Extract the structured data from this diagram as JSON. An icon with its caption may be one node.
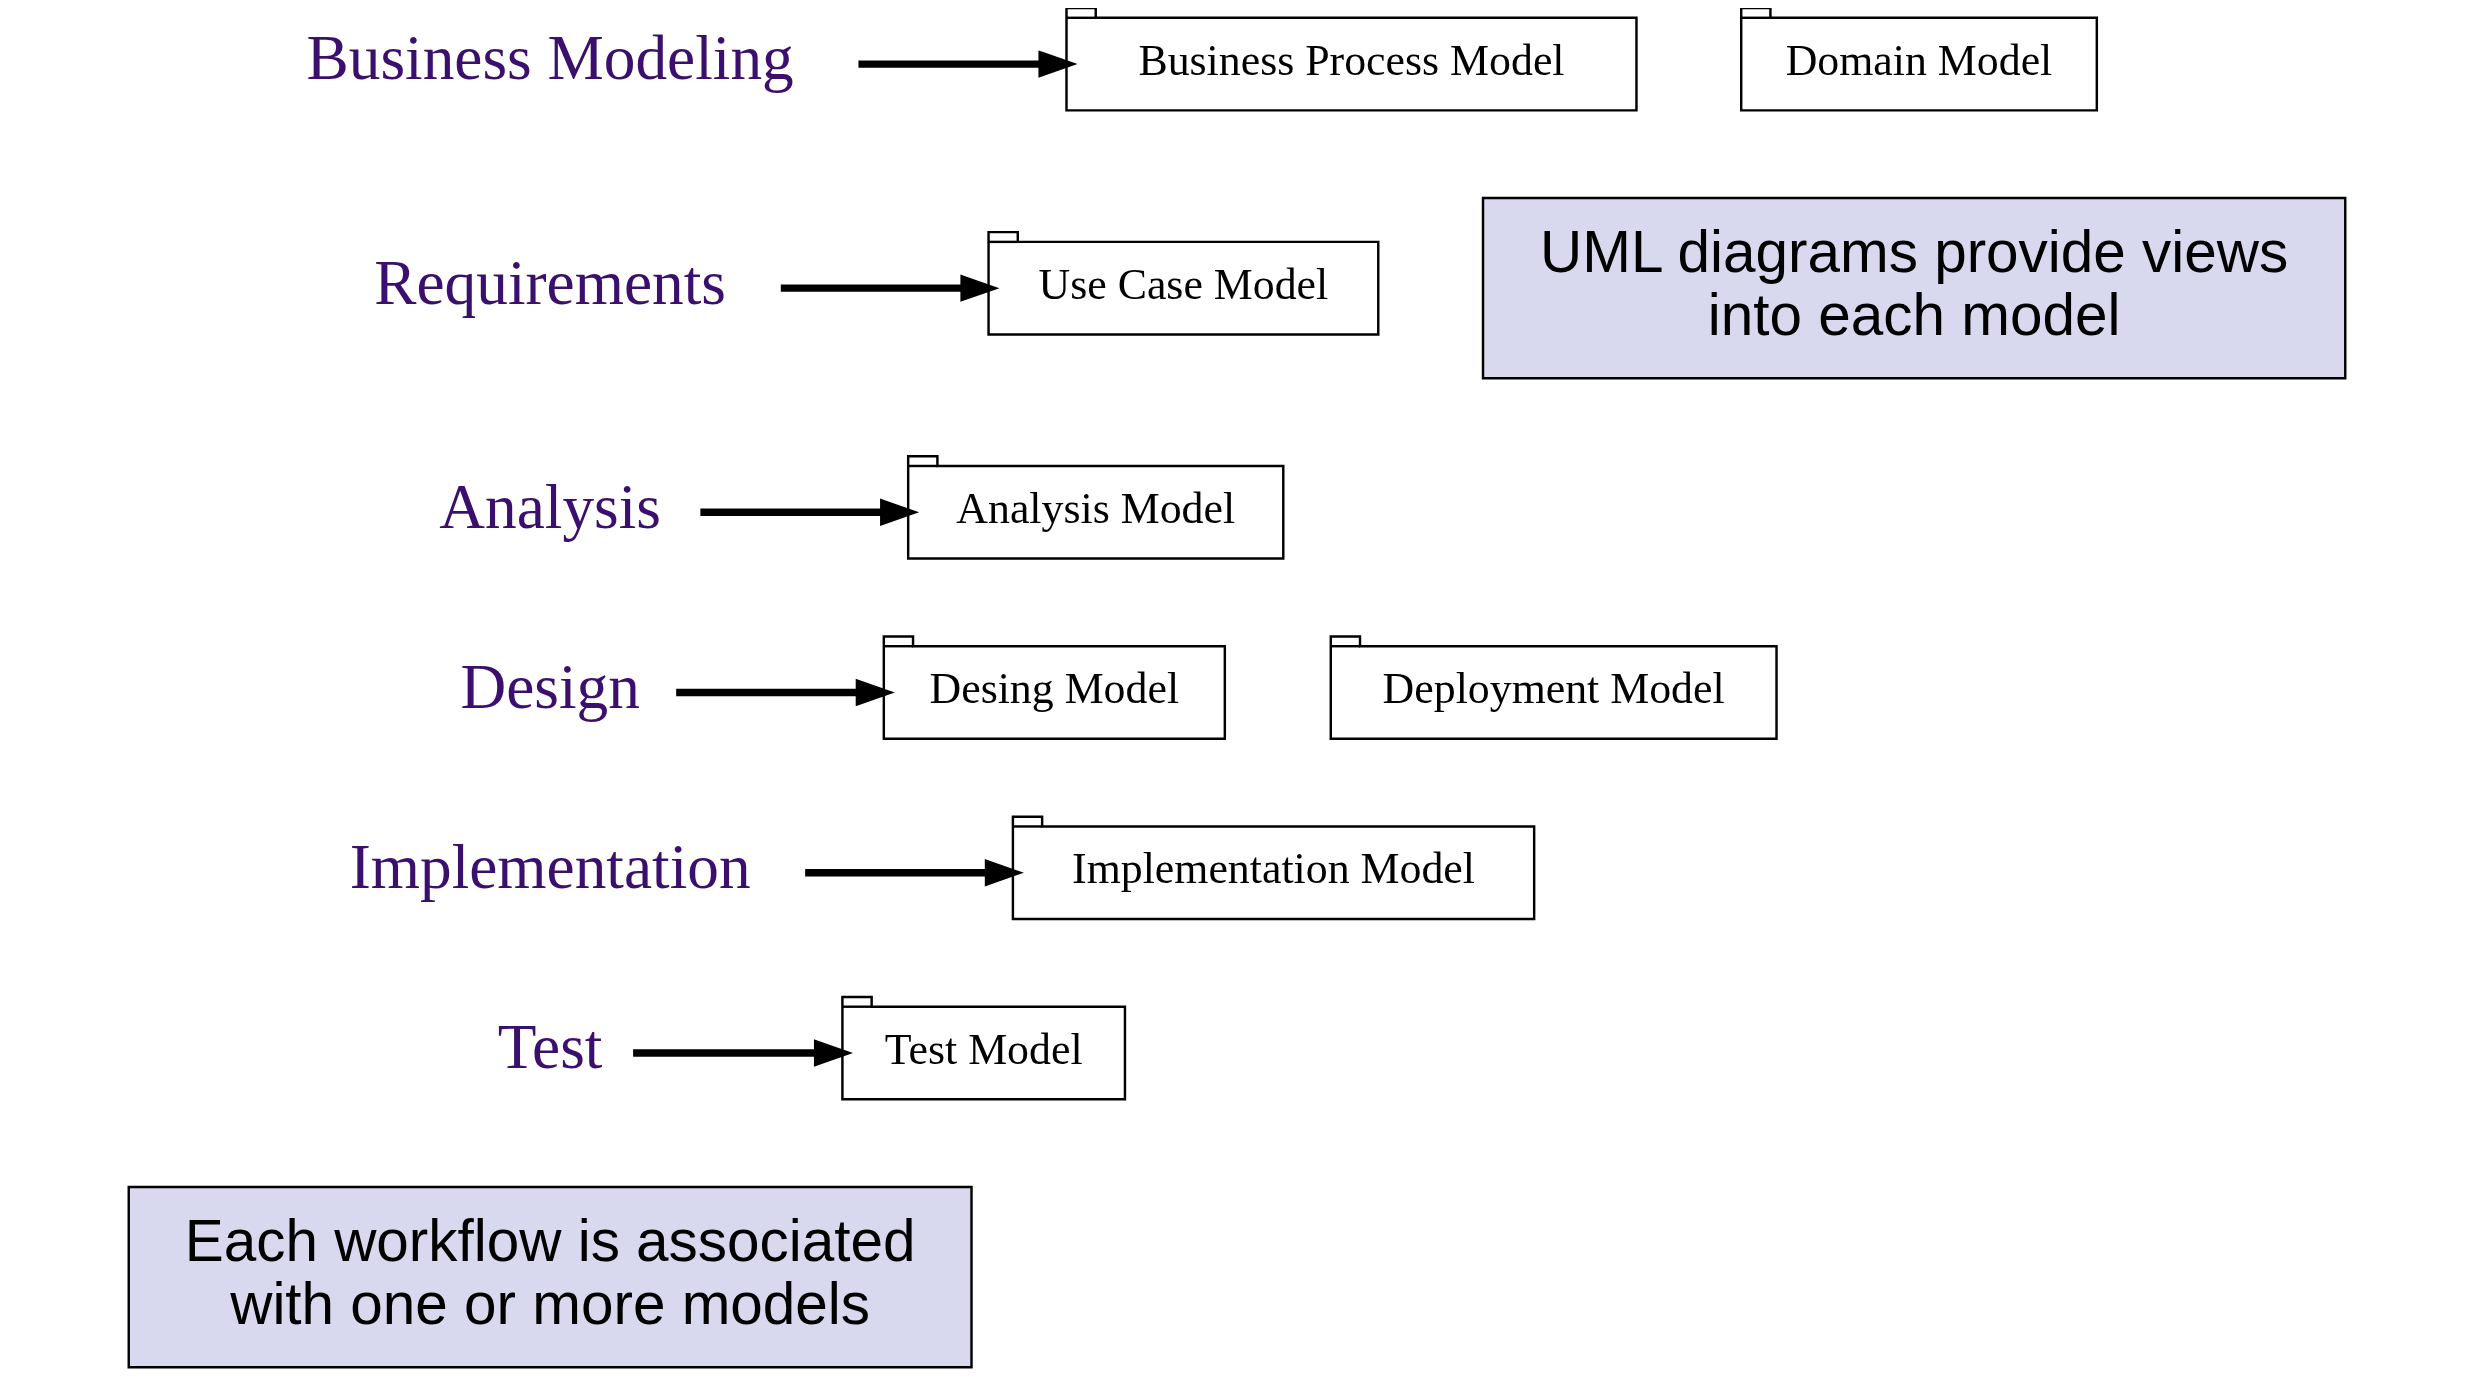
{
  "diagram": {
    "nodes": [
      {
        "text": [
          "Business Modeling"
        ]
      },
      {
        "text": [
          "Business Process Model"
        ]
      },
      {
        "text": [
          "Domain Model"
        ]
      },
      {
        "text": [
          "Requirements"
        ]
      },
      {
        "text": [
          "Use Case Model"
        ]
      },
      {
        "text": [
          "UML diagrams provide views into each model"
        ]
      },
      {
        "text": [
          "Analysis"
        ]
      },
      {
        "text": [
          "Analysis Model"
        ]
      },
      {
        "text": [
          "Design"
        ]
      },
      {
        "text": [
          "Desing Model"
        ]
      },
      {
        "text": [
          "Deployment Model"
        ]
      },
      {
        "text": [
          "Implementation"
        ]
      },
      {
        "text": [
          "Implementation Model"
        ]
      },
      {
        "text": [
          "Test"
        ]
      },
      {
        "text": [
          "Test Model"
        ]
      },
      {
        "text": [
          "Each workflow is associated with one or more models"
        ]
      }
    ],
    "edges": [
      {
        "from": 0,
        "to": 1,
        "arrow": "to"
      },
      {
        "from": 3,
        "to": 4,
        "arrow": "to"
      },
      {
        "from": 6,
        "to": 7,
        "arrow": "to"
      },
      {
        "from": 8,
        "to": 9,
        "arrow": "to"
      },
      {
        "from": 11,
        "to": 12,
        "arrow": "to"
      },
      {
        "from": 13,
        "to": 14,
        "arrow": "to"
      }
    ]
  }
}
